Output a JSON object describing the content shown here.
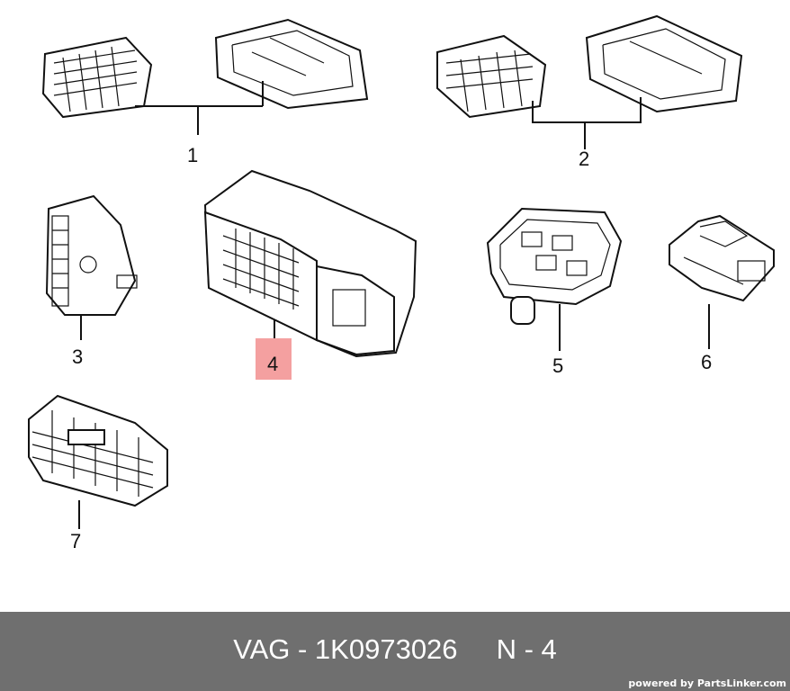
{
  "diagram": {
    "callouts": [
      "1",
      "2",
      "3",
      "4",
      "5",
      "6",
      "7"
    ],
    "highlighted_callout": "4",
    "highlight_color": "#f4a0a0"
  },
  "footer": {
    "part_line": "VAG - 1K0973026     N - 4",
    "powered_by": "powered by PartsLinker.com",
    "background_color": "#6f6f6f"
  }
}
